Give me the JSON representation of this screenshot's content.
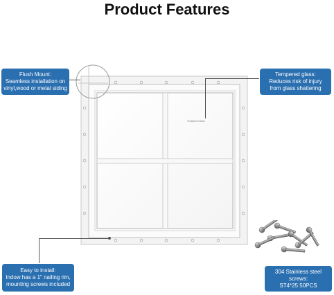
{
  "title": "Product Features",
  "callouts": {
    "flush_mount": {
      "heading": "Flush Mount:",
      "lines": [
        "Seamless installation on",
        "vinyl,wood or metal siding"
      ]
    },
    "tempered_glass": {
      "heading": "Tempered glass:",
      "lines": [
        "Reduces risk of injury",
        "from glass shattering"
      ]
    },
    "easy_install": {
      "heading": "Easy to install:",
      "lines": [
        "Indow has a 1\" nailing rim,",
        "mounting screws included"
      ]
    },
    "screws": {
      "heading": "304 Stainless steel",
      "lines": [
        "screws:",
        "ST4*25 50PCS"
      ]
    }
  },
  "glass_label": "Tempered Glass",
  "colors": {
    "callout_bg": "#2a6fb0",
    "frame": "#f7f7f7",
    "frame_edge": "#c9c9c9"
  },
  "icons": [
    "window-frame-image",
    "screws-image",
    "magnifier-circle-icon"
  ]
}
